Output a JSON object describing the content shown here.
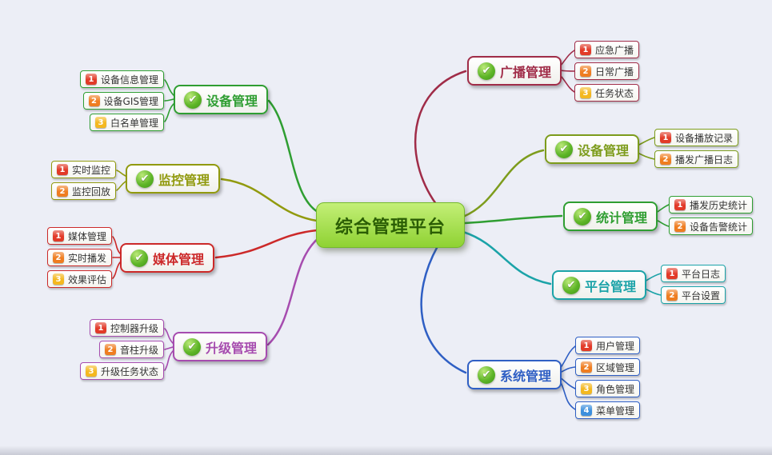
{
  "background_color": "#eceef6",
  "center": {
    "label": "综合管理平台",
    "fill_color": "#9ad23e",
    "text_color": "#2b5e05"
  },
  "check_icon": {
    "glyph": "✔",
    "color": "#5ab327"
  },
  "badge_colors": {
    "n1": "#e23a28",
    "n2": "#ef7d20",
    "n3": "#f4b81f",
    "n4": "#3c8fdd"
  },
  "branches": [
    {
      "label": "设备管理",
      "side": "left",
      "color": "#2f9e32",
      "children": [
        {
          "num": "1",
          "label": "设备信息管理"
        },
        {
          "num": "2",
          "label": "设备GIS管理"
        },
        {
          "num": "3",
          "label": "白名单管理"
        }
      ]
    },
    {
      "label": "监控管理",
      "side": "left",
      "color": "#919a0e",
      "children": [
        {
          "num": "1",
          "label": "实时监控"
        },
        {
          "num": "2",
          "label": "监控回放"
        }
      ]
    },
    {
      "label": "媒体管理",
      "side": "left",
      "color": "#cc2929",
      "children": [
        {
          "num": "1",
          "label": "媒体管理"
        },
        {
          "num": "2",
          "label": "实时播发"
        },
        {
          "num": "3",
          "label": "效果评估"
        }
      ]
    },
    {
      "label": "升级管理",
      "side": "left",
      "color": "#a64caf",
      "children": [
        {
          "num": "1",
          "label": "控制器升级"
        },
        {
          "num": "2",
          "label": "音柱升级"
        },
        {
          "num": "3",
          "label": "升级任务状态"
        }
      ]
    },
    {
      "label": "广播管理",
      "side": "right",
      "color": "#a02c48",
      "children": [
        {
          "num": "1",
          "label": "应急广播"
        },
        {
          "num": "2",
          "label": "日常广播"
        },
        {
          "num": "3",
          "label": "任务状态"
        }
      ]
    },
    {
      "label": "设备管理",
      "side": "right",
      "color": "#7d9c1c",
      "children": [
        {
          "num": "1",
          "label": "设备播放记录"
        },
        {
          "num": "2",
          "label": "播发广播日志"
        }
      ]
    },
    {
      "label": "统计管理",
      "side": "right",
      "color": "#2f9e32",
      "children": [
        {
          "num": "1",
          "label": "播发历史统计"
        },
        {
          "num": "2",
          "label": "设备告警统计"
        }
      ]
    },
    {
      "label": "平台管理",
      "side": "right",
      "color": "#1ba3a8",
      "children": [
        {
          "num": "1",
          "label": "平台日志"
        },
        {
          "num": "2",
          "label": "平台设置"
        }
      ]
    },
    {
      "label": "系统管理",
      "side": "right",
      "color": "#2f5fc4",
      "children": [
        {
          "num": "1",
          "label": "用户管理"
        },
        {
          "num": "2",
          "label": "区域管理"
        },
        {
          "num": "3",
          "label": "角色管理"
        },
        {
          "num": "4",
          "label": "菜单管理"
        }
      ]
    }
  ]
}
